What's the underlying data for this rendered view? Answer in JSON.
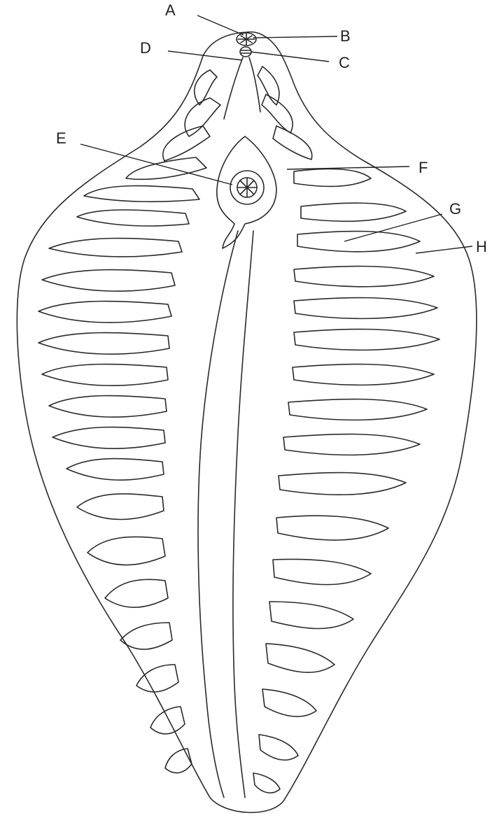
{
  "diagram": {
    "labels": {
      "A": "A",
      "B": "B",
      "C": "C",
      "D": "D",
      "E": "E",
      "F": "F",
      "G": "G",
      "H": "H"
    }
  },
  "colors": {
    "ink": "#2a2a2a",
    "stipple": "#555555",
    "background": "#ffffff"
  }
}
